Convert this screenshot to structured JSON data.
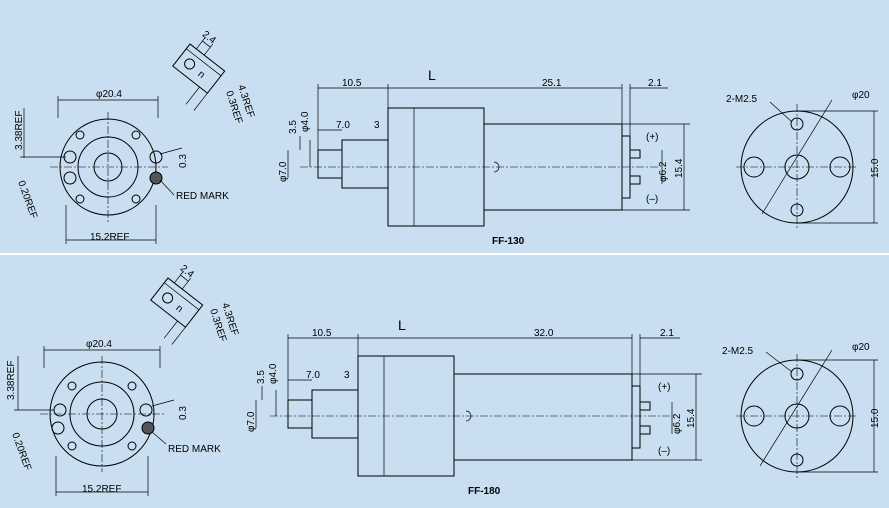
{
  "colors": {
    "background": "#c9dff1",
    "separator": "#ffffff",
    "ink": "#000000",
    "red_mark": "#555555"
  },
  "panels": [
    {
      "title": "FF-130",
      "bracket": {
        "d1": "2.4",
        "d2": "4.3REF",
        "d3": "0.3REF",
        "n": "n"
      },
      "front": {
        "diameter": "φ20.4",
        "height": "3.38REF",
        "offset": "0.3",
        "span": "15.2REF",
        "chamfer": "0.20REF",
        "red_mark": "RED MARK"
      },
      "side": {
        "d10_5": "10.5",
        "L": "L",
        "len": "25.1",
        "d2_1": "2.1",
        "d3_5": "3.5",
        "d4_0": "φ4.0",
        "d7_0": "7.0",
        "d3": "3",
        "phi7": "φ7.0",
        "phi6_2": "φ6.2",
        "d15_4": "15.4",
        "plus": "(+)",
        "minus": "(–)"
      },
      "rear": {
        "m25": "2-M2.5",
        "phi20": "φ20",
        "d15": "15.0"
      }
    },
    {
      "title": "FF-180",
      "bracket": {
        "d1": "2.4",
        "d2": "4.3REF",
        "d3": "0.3REF",
        "n": "n"
      },
      "front": {
        "diameter": "φ20.4",
        "height": "3.38REF",
        "offset": "0.3",
        "span": "15.2REF",
        "chamfer": "0.20REF",
        "red_mark": "RED MARK"
      },
      "side": {
        "d10_5": "10.5",
        "L": "L",
        "len": "32.0",
        "d2_1": "2.1",
        "d3_5": "3.5",
        "d4_0": "φ4.0",
        "d7_0": "7.0",
        "d3": "3",
        "phi7": "φ7.0",
        "phi6_2": "φ6.2",
        "d15_4": "15.4",
        "plus": "(+)",
        "minus": "(–)"
      },
      "rear": {
        "m25": "2-M2.5",
        "phi20": "φ20",
        "d15": "15.0"
      }
    }
  ]
}
